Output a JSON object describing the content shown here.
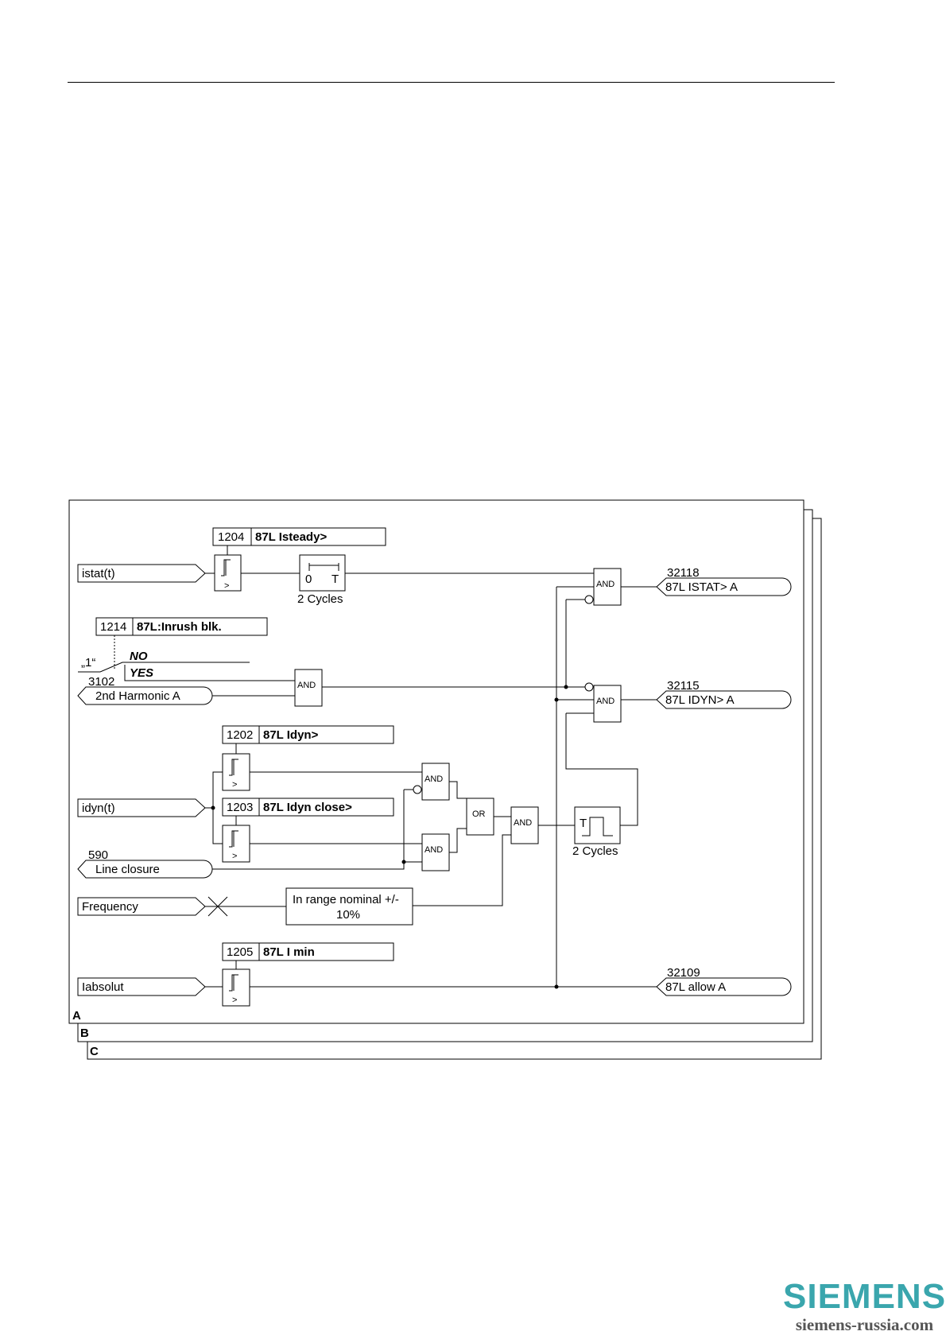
{
  "settings": {
    "s1204": {
      "address": "1204",
      "label": "87L Isteady>"
    },
    "s1214": {
      "address": "1214",
      "label": "87L:Inrush blk."
    },
    "s1202": {
      "address": "1202",
      "label": "87L Idyn>"
    },
    "s1203": {
      "address": "1203",
      "label": "87L Idyn close>"
    },
    "s1205": {
      "address": "1205",
      "label": "87L I min"
    }
  },
  "inputs": {
    "istat": "istat(t)",
    "idyn": "idyn(t)",
    "frequency": "Frequency",
    "iabsolut": "Iabsolut",
    "second_harmonic": {
      "number": "3102",
      "label": "2nd Harmonic A"
    },
    "line_closure": {
      "number": "590",
      "label": "Line closure"
    }
  },
  "switch": {
    "one": "„1“",
    "no": "NO",
    "yes": "YES"
  },
  "gates": {
    "and": "AND",
    "or": "OR",
    "comparator": ">"
  },
  "timers": {
    "delay": {
      "zero": "0",
      "t": "T",
      "cycles": "2 Cycles"
    },
    "pulse": {
      "t": "T",
      "cycles": "2 Cycles"
    }
  },
  "frequency_box": {
    "line1": "In range nominal +/-",
    "line2": "10%"
  },
  "outputs": {
    "istat": {
      "number": "32118",
      "label": "87L ISTAT> A"
    },
    "idyn": {
      "number": "32115",
      "label": "87L IDYN> A"
    },
    "allow": {
      "number": "32109",
      "label": "87L allow A"
    }
  },
  "phase_tabs": [
    "A",
    "B",
    "C"
  ],
  "logo": {
    "word": "SIEMENS",
    "url": "siemens-russia.com"
  }
}
